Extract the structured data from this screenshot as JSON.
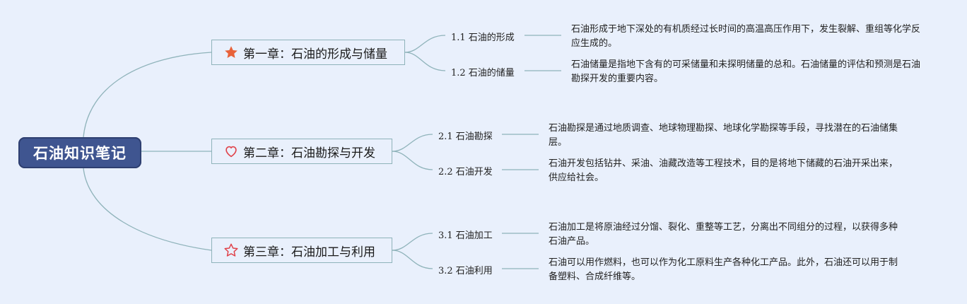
{
  "root": {
    "title": "石油知识笔记"
  },
  "chapters": [
    {
      "title": "第一章：石油的形成与储量",
      "icon": "filled-star-icon",
      "icon_color": "#e8623a",
      "sections": [
        {
          "label": "1.1 石油的形成",
          "text": "石油形成于地下深处的有机质经过长时间的高温高压作用下，发生裂解、重组等化学反应生成的。"
        },
        {
          "label": "1.2 石油的储量",
          "text": "石油储量是指地下含有的可采储量和未探明储量的总和。石油储量的评估和预测是石油勘探开发的重要内容。"
        }
      ]
    },
    {
      "title": "第二章：石油勘探与开发",
      "icon": "heart-outline-icon",
      "icon_color": "#e0424a",
      "sections": [
        {
          "label": "2.1 石油勘探",
          "text": "石油勘探是通过地质调查、地球物理勘探、地球化学勘探等手段，寻找潜在的石油储集层。"
        },
        {
          "label": "2.2 石油开发",
          "text": "石油开发包括钻井、采油、油藏改造等工程技术，目的是将地下储藏的石油开采出来，供应给社会。"
        }
      ]
    },
    {
      "title": "第三章：石油加工与利用",
      "icon": "star-outline-icon",
      "icon_color": "#e0424a",
      "sections": [
        {
          "label": "3.1 石油加工",
          "text": "石油加工是将原油经过分馏、裂化、重整等工艺，分离出不同组分的过程，以获得多种石油产品。"
        },
        {
          "label": "3.2 石油利用",
          "text": "石油可以用作燃料，也可以作为化工原料生产各种化工产品。此外，石油还可以用于制备塑料、合成纤维等。"
        }
      ]
    }
  ],
  "colors": {
    "background": "#e9f0fc",
    "root": "#3f5590",
    "line": "#8fb3ba"
  }
}
